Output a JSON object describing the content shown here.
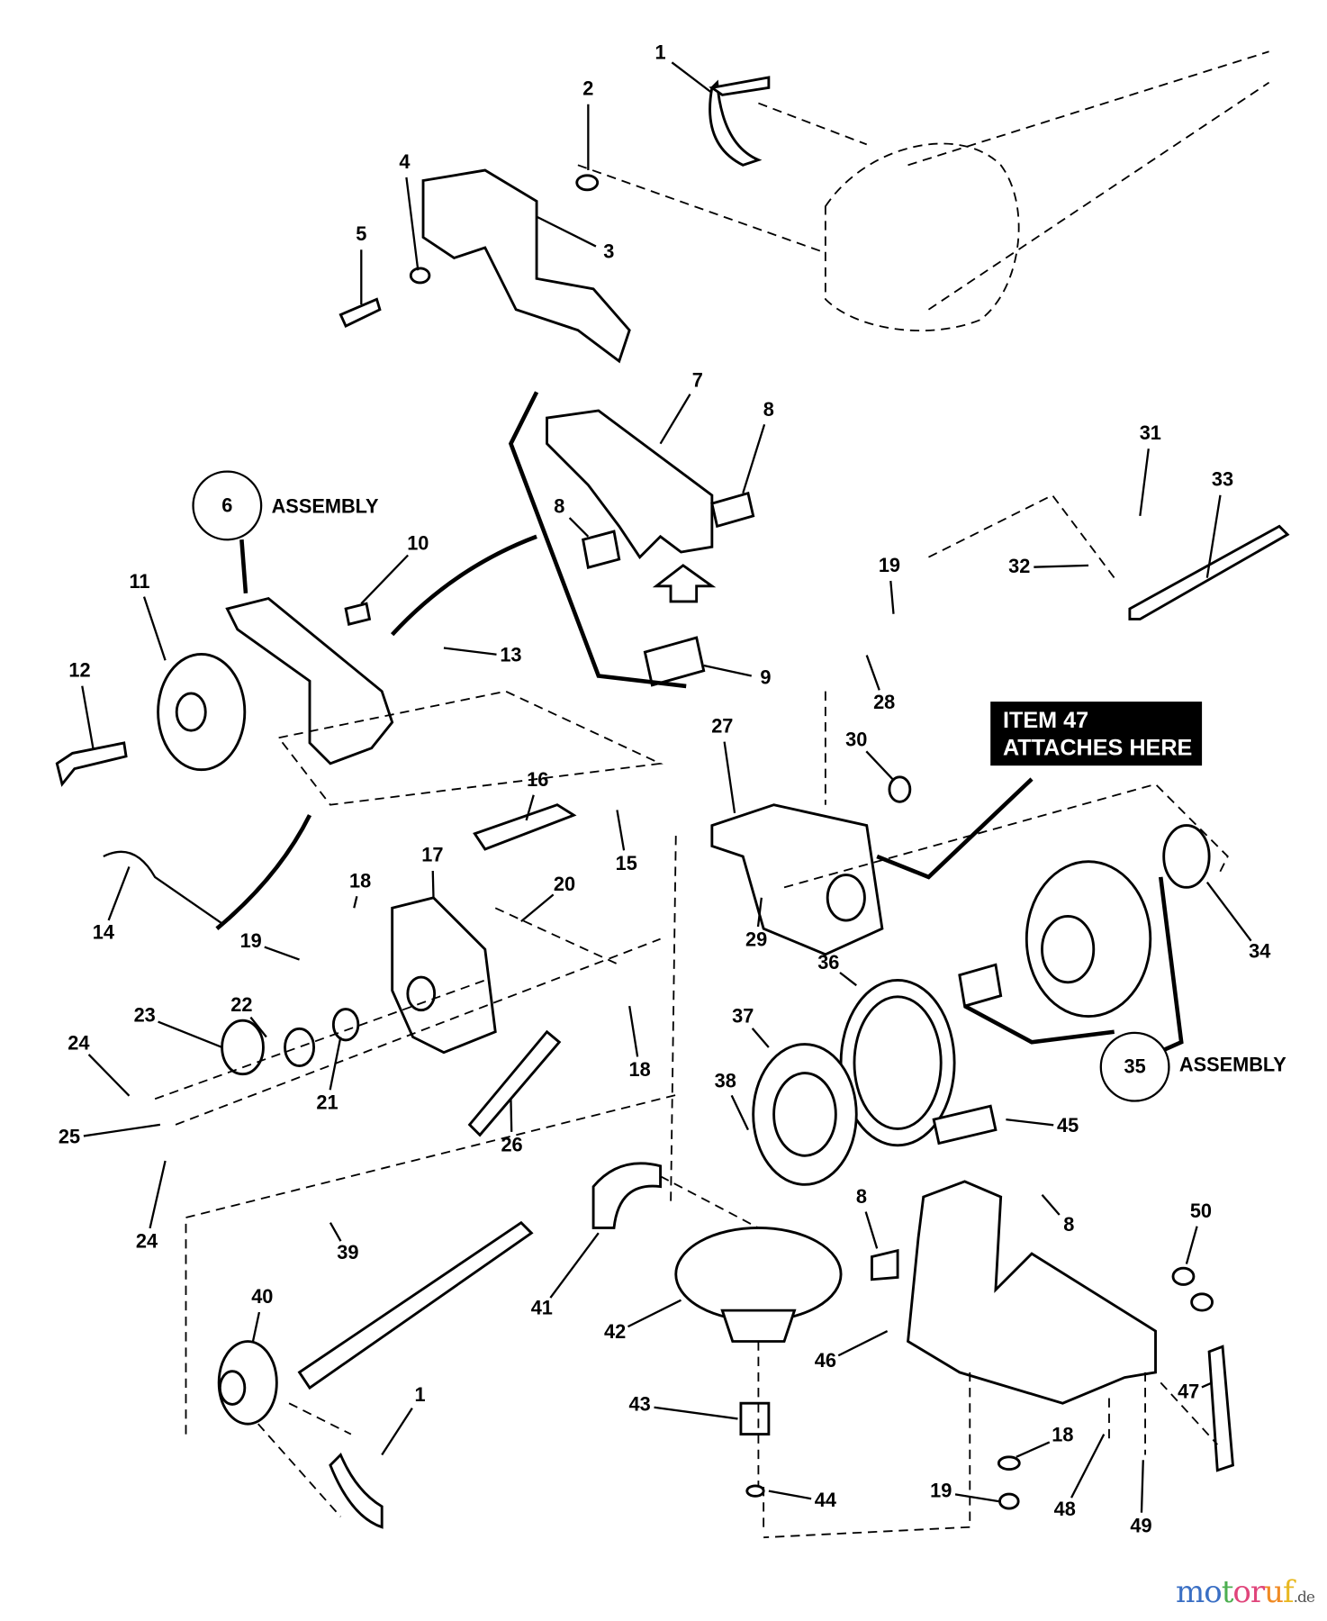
{
  "diagram": {
    "part_labels": [
      "1",
      "2",
      "4",
      "5",
      "3",
      "7",
      "8",
      "8",
      "10",
      "11",
      "12",
      "13",
      "9",
      "31",
      "33",
      "32",
      "19",
      "28",
      "30",
      "27",
      "16",
      "15",
      "17",
      "18",
      "20",
      "19",
      "14",
      "29",
      "34",
      "36",
      "37",
      "23",
      "22",
      "24",
      "21",
      "18",
      "38",
      "25",
      "26",
      "45",
      "24",
      "8",
      "8",
      "50",
      "39",
      "40",
      "41",
      "42",
      "46",
      "47",
      "1",
      "43",
      "44",
      "18",
      "19",
      "48",
      "49"
    ],
    "assemblies": [
      {
        "number": "6",
        "label": "ASSEMBLY"
      },
      {
        "number": "35",
        "label": "ASSEMBLY"
      }
    ],
    "callout": {
      "line1": "ITEM  47",
      "line2": "ATTACHES HERE"
    }
  },
  "watermark": {
    "text": "motoruf",
    "suffix": ".de",
    "colors": [
      "#3a6fc4",
      "#3a6fc4",
      "#4caf50",
      "#e0457b",
      "#e0457b",
      "#f08a24",
      "#e8b820"
    ]
  }
}
